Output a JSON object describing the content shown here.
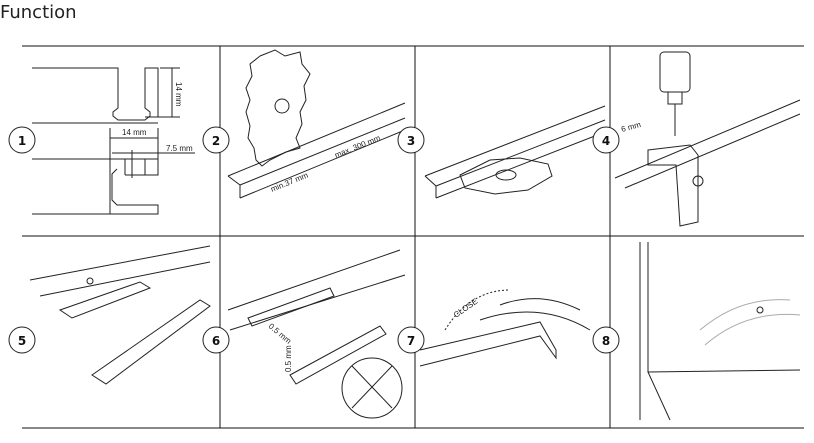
{
  "title": "Function",
  "steps": [
    {
      "number": "1",
      "labels": [
        "14 mm",
        "14 mm",
        "7.5 mm"
      ]
    },
    {
      "number": "2",
      "labels": [
        "min.37 mm",
        "max. 300 mm"
      ]
    },
    {
      "number": "3",
      "labels": []
    },
    {
      "number": "4",
      "labels": [
        "6 mm"
      ]
    },
    {
      "number": "5",
      "labels": []
    },
    {
      "number": "6",
      "labels": [
        "0.5 mm",
        "0.5 mm"
      ]
    },
    {
      "number": "7",
      "labels": [
        "CLOSE"
      ]
    },
    {
      "number": "8",
      "labels": []
    }
  ]
}
